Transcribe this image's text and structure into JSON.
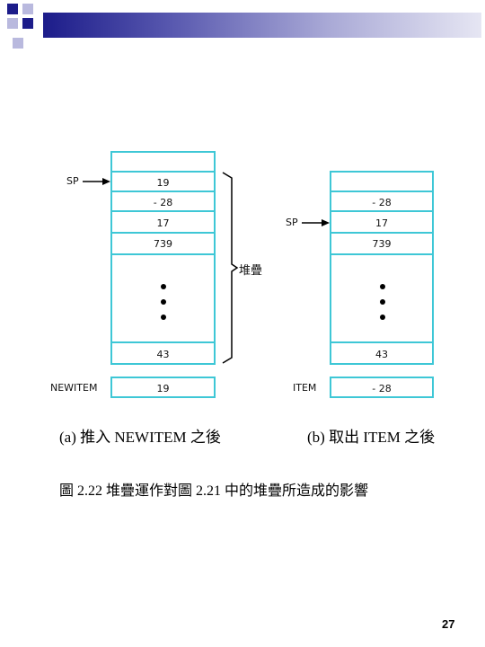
{
  "theme": {
    "accent": "#3ec7d6",
    "banner_dark": "#1c1c8a",
    "banner_light": "#e6e6f3"
  },
  "left_stack": {
    "pointer_label": "SP",
    "cells": [
      "",
      "19",
      "- 28",
      "17",
      "739",
      "43"
    ],
    "item_label": "NEWITEM",
    "item_value": "19",
    "caption": "(a)  推入 NEWITEM 之後"
  },
  "right_stack": {
    "pointer_label": "SP",
    "cells": [
      "",
      "",
      "- 28",
      "17",
      "739",
      "43"
    ],
    "item_label": "ITEM",
    "item_value": "- 28",
    "caption": "(b)  取出 ITEM 之後"
  },
  "brace_label": "堆疊",
  "figure_caption": "圖 2.22  堆疊運作對圖 2.21 中的堆疊所造成的影響",
  "page_number": "27"
}
